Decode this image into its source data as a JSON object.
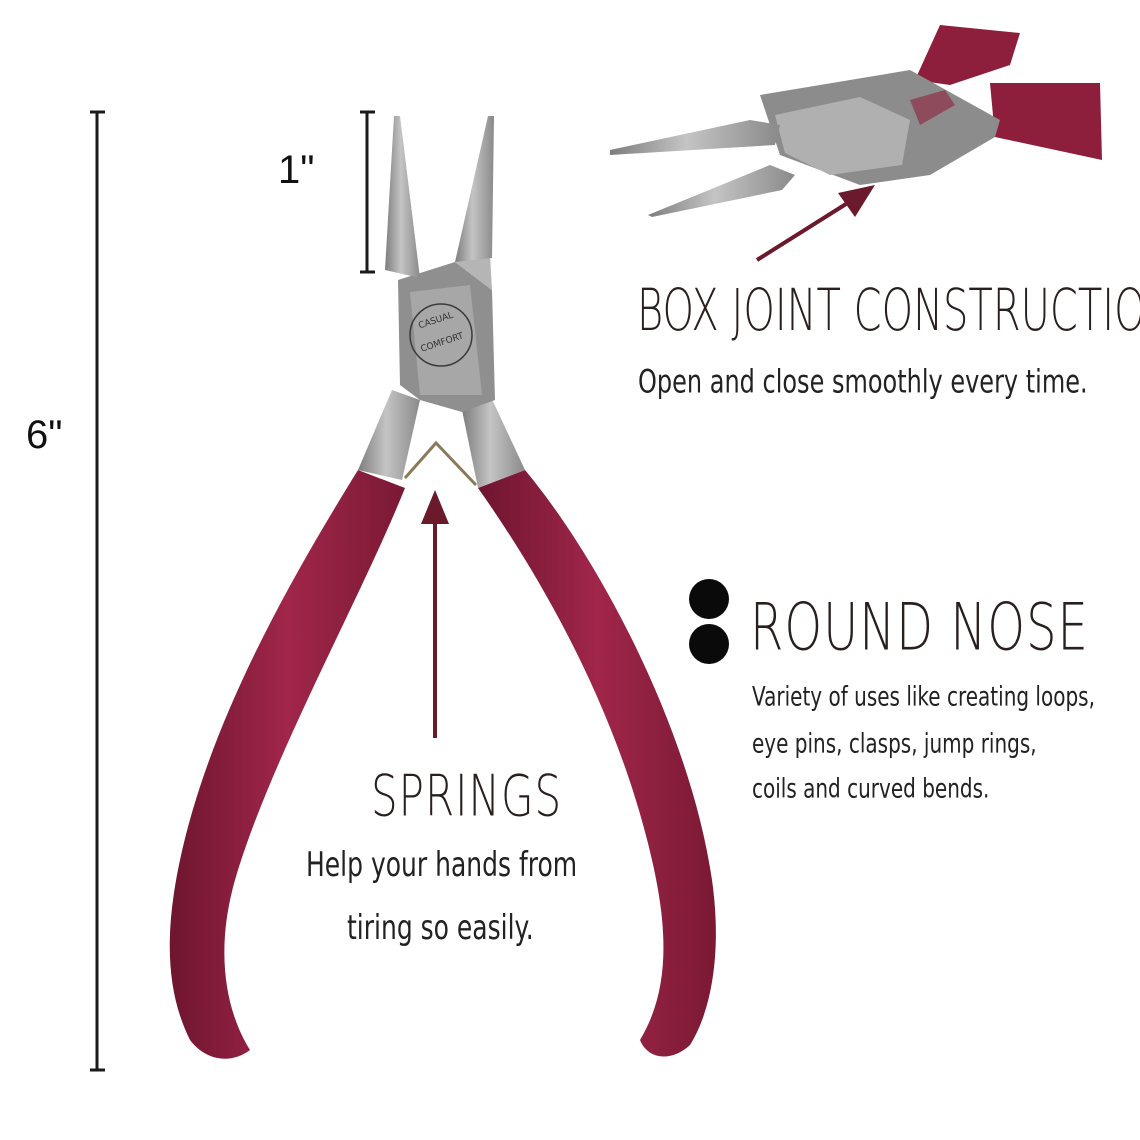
{
  "dimensions": {
    "total_length": "6\"",
    "nose_length": "1\""
  },
  "brand": {
    "line1": "CASUAL",
    "line2": "COMFORT"
  },
  "callouts": {
    "box_joint": {
      "title": "BOX JOINT CONSTRUCTION",
      "text": "Open and close smoothly every time."
    },
    "round_nose": {
      "title": "ROUND NOSE",
      "lines": [
        "Variety of uses like creating loops,",
        "eye pins, clasps, jump rings,",
        "coils and curved bends."
      ]
    },
    "springs": {
      "title": "SPRINGS",
      "lines": [
        "Help your hands from",
        "tiring so easily."
      ]
    }
  },
  "colors": {
    "handle": "#8e1f3c",
    "handle_shade": "#6e1530",
    "steel": "#9a9a9a",
    "arrow": "#6b1a2c",
    "text": "#2a1f1f"
  }
}
